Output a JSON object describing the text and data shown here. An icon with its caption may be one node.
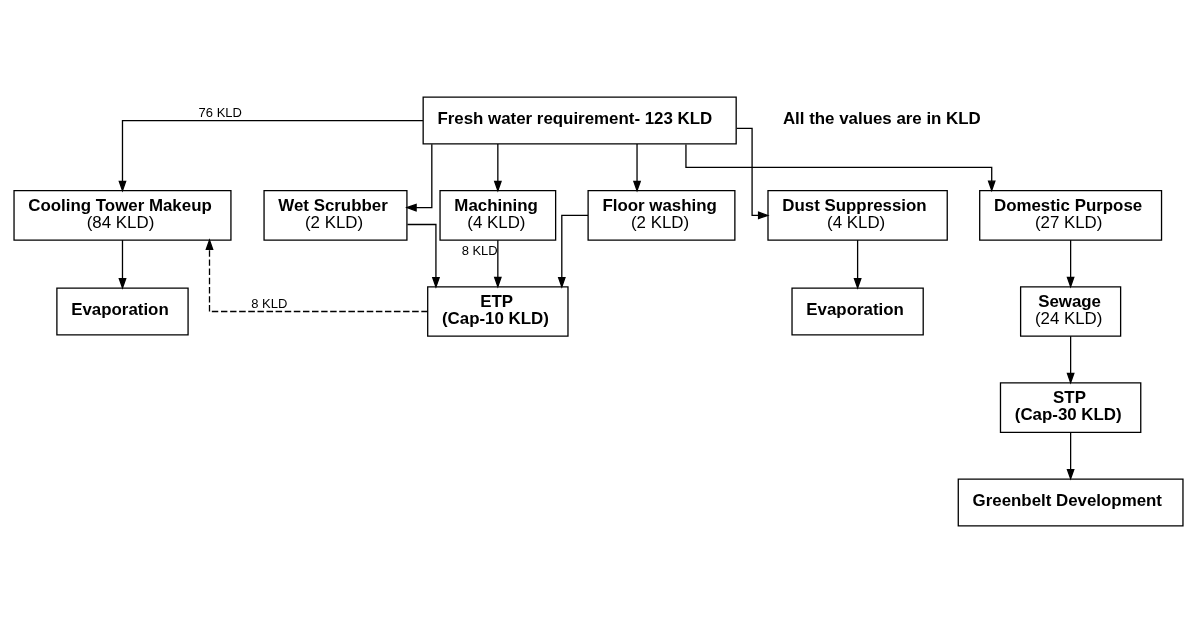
{
  "diagram": {
    "nodes": [
      {
        "text": [
          "Fresh water requirement- 123 KLD"
        ]
      },
      {
        "text": [
          "Cooling Tower Makeup",
          "(84 KLD)"
        ]
      },
      {
        "text": [
          "Dust Suppression",
          "(4 KLD)"
        ]
      },
      {
        "text": [
          "Wet Scrubber",
          "(2 KLD)"
        ]
      },
      {
        "text": [
          "Machining",
          "(4 KLD)"
        ]
      },
      {
        "text": [
          "Floor washing",
          "(2 KLD)"
        ]
      },
      {
        "text": [
          "Domestic Purpose",
          "(27 KLD)"
        ]
      },
      {
        "text": [
          "Evaporation"
        ]
      },
      {
        "text": [
          "Evaporation"
        ]
      },
      {
        "text": [
          "ETP",
          "(Cap-10 KLD)"
        ]
      },
      {
        "text": [
          "Sewage",
          "(24 KLD)"
        ]
      },
      {
        "text": [
          "STP",
          "(Cap-30 KLD)"
        ]
      },
      {
        "text": [
          "Greenbelt Development"
        ]
      }
    ],
    "edges": [
      {
        "from": 0,
        "to": 1,
        "arrow": "to",
        "label": "76 KLD"
      },
      {
        "from": 0,
        "to": 2,
        "arrow": "to"
      },
      {
        "from": 0,
        "to": 3,
        "arrow": "to"
      },
      {
        "from": 0,
        "to": 4,
        "arrow": "to"
      },
      {
        "from": 0,
        "to": 5,
        "arrow": "to"
      },
      {
        "from": 0,
        "to": 6,
        "arrow": "to"
      },
      {
        "from": 1,
        "to": 7,
        "arrow": "to"
      },
      {
        "from": 2,
        "to": 8,
        "arrow": "to"
      },
      {
        "from": 3,
        "to": 9,
        "arrow": "to"
      },
      {
        "from": 4,
        "to": 9,
        "arrow": "to",
        "label": "8 KLD"
      },
      {
        "from": 5,
        "to": 9,
        "arrow": "to"
      },
      {
        "from": 6,
        "to": 10,
        "arrow": "to"
      },
      {
        "from": 10,
        "to": 11,
        "arrow": "to"
      },
      {
        "from": 11,
        "to": 12,
        "arrow": "to"
      },
      {
        "from": 9,
        "to": 1,
        "arrow": "to",
        "style": "dashed",
        "label": "8 KLD"
      }
    ],
    "labels": [
      "All the values are in KLD"
    ]
  }
}
